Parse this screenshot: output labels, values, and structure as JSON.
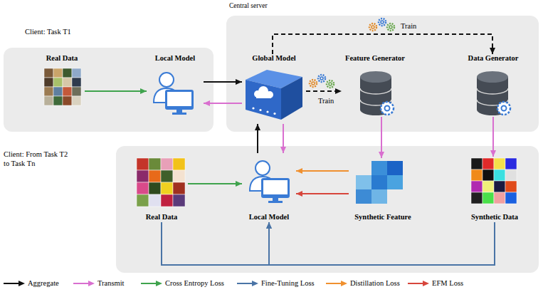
{
  "diagram": {
    "nodes": [
      {
        "text": [
          "Client: Task T1"
        ]
      },
      {
        "text": [
          "Real Data"
        ],
        "in": 0
      },
      {
        "text": [
          "Local Model"
        ],
        "in": 0
      },
      {
        "text": [
          "Central server"
        ]
      },
      {
        "text": [
          "Global Model"
        ],
        "in": 3
      },
      {
        "text": [
          "Feature Generator"
        ],
        "in": 3
      },
      {
        "text": [
          "Data Generator"
        ],
        "in": 3
      },
      {
        "text": [
          "Client: From Task T2 to Task Tn"
        ]
      },
      {
        "text": [
          "Real Data"
        ],
        "in": 7
      },
      {
        "text": [
          "Local Model"
        ],
        "in": 7
      },
      {
        "text": [
          "Synthetic Feature"
        ],
        "in": 7
      },
      {
        "text": [
          "Synthetic Data"
        ],
        "in": 7
      }
    ],
    "edges": [
      {
        "from": 1,
        "to": 2,
        "arrow": "to"
      },
      {
        "from": 2,
        "to": 4,
        "arrow": "to"
      },
      {
        "from": 4,
        "to": 2,
        "arrow": "to"
      },
      {
        "from": 4,
        "to": 6,
        "arrow": "to",
        "label": "Train"
      },
      {
        "from": 4,
        "to": 5,
        "arrow": "to",
        "label": "Train"
      },
      {
        "from": 4,
        "to": 9,
        "arrow": "to"
      },
      {
        "from": 9,
        "to": 4,
        "arrow": "to"
      },
      {
        "from": 5,
        "to": 10,
        "arrow": "to"
      },
      {
        "from": 6,
        "to": 11,
        "arrow": "to"
      },
      {
        "from": 8,
        "to": 9,
        "arrow": "to"
      },
      {
        "from": 10,
        "to": 9,
        "arrow": "to"
      },
      {
        "from": 10,
        "to": 9,
        "arrow": "to"
      },
      {
        "from": 8,
        "to": 9,
        "arrow": "to"
      },
      {
        "from": 11,
        "to": 9,
        "arrow": "to"
      }
    ],
    "legend": [
      {
        "text": "Aggregate"
      },
      {
        "text": "Transmit"
      },
      {
        "text": "Cross Entropy Loss"
      },
      {
        "text": "Fine-Tuning Loss"
      },
      {
        "text": "Distillation Loss"
      },
      {
        "text": "EFM Loss"
      }
    ]
  }
}
